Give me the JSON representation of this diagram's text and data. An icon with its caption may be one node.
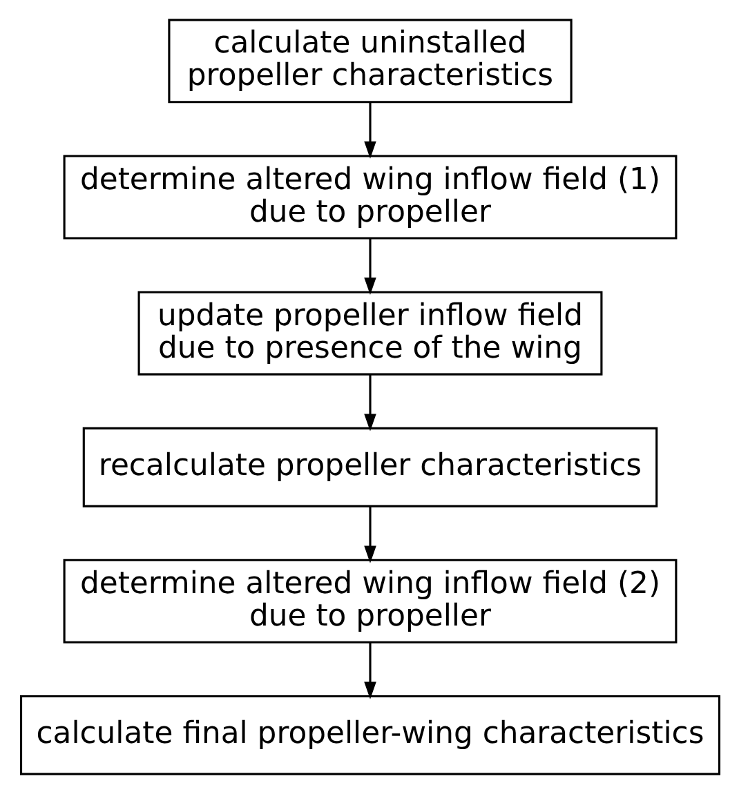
{
  "diagram": {
    "nodes": [
      {
        "text": [
          "calculate uninstalled propeller characteristics"
        ]
      },
      {
        "text": [
          "determine altered wing inflow field (1) due to propeller"
        ]
      },
      {
        "text": [
          "update propeller inflow field due to presence of the wing"
        ]
      },
      {
        "text": [
          "recalculate propeller characteristics"
        ]
      },
      {
        "text": [
          "determine altered wing inflow field (2) due to propeller"
        ]
      },
      {
        "text": [
          "calculate final propeller-wing characteristics"
        ]
      }
    ],
    "edges": [
      {
        "from": 0,
        "to": 1,
        "arrow": "to"
      },
      {
        "from": 1,
        "to": 2,
        "arrow": "to"
      },
      {
        "from": 2,
        "to": 3,
        "arrow": "to"
      },
      {
        "from": 3,
        "to": 4,
        "arrow": "to"
      },
      {
        "from": 4,
        "to": 5,
        "arrow": "to"
      }
    ]
  }
}
